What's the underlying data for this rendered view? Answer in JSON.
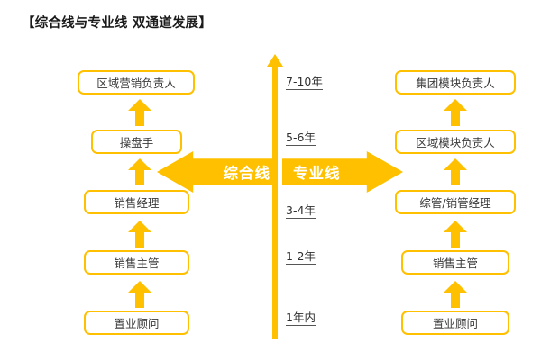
{
  "title": "【综合线与专业线  双通道发展】",
  "colors": {
    "accent": "#FFC000",
    "box_fill": "#FFFFFF",
    "text": "#3A3A3A",
    "title_text": "#1A1A1A"
  },
  "bands": {
    "left": {
      "label": "综合线",
      "direction": "left"
    },
    "right": {
      "label": "专业线",
      "direction": "right"
    }
  },
  "timeline": {
    "axis_direction": "up",
    "ticks": [
      {
        "label": "7-10年"
      },
      {
        "label": "5-6年"
      },
      {
        "label": "3-4年"
      },
      {
        "label": "1-2年"
      },
      {
        "label": "1年内"
      }
    ]
  },
  "left_track": {
    "name": "综合线",
    "levels": [
      {
        "label": "区域营销负责人",
        "tier": 5
      },
      {
        "label": "操盘手",
        "tier": 4
      },
      {
        "label": "销售经理",
        "tier": 3
      },
      {
        "label": "销售主管",
        "tier": 2
      },
      {
        "label": "置业顾问",
        "tier": 1
      }
    ]
  },
  "right_track": {
    "name": "专业线",
    "levels": [
      {
        "label": "集团模块负责人",
        "tier": 5
      },
      {
        "label": "区域模块负责人",
        "tier": 4
      },
      {
        "label": "综管/销管经理",
        "tier": 3
      },
      {
        "label": "销售主管",
        "tier": 2
      },
      {
        "label": "置业顾问",
        "tier": 1
      }
    ]
  }
}
